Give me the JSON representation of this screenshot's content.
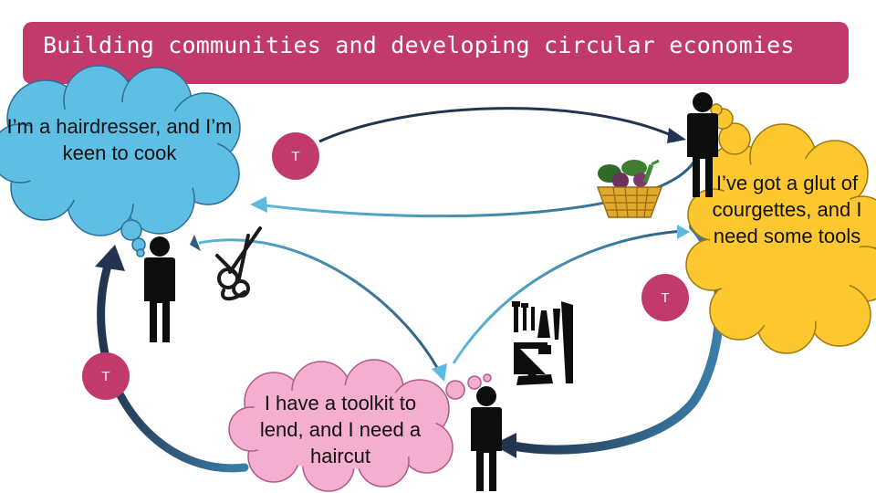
{
  "title": "Building communities and developing circular economies",
  "clouds": {
    "blue": "I’m a hairdresser, and I’m keen to cook",
    "yellow": "I’ve got a glut of courgettes, and I need some tools",
    "pink": "I have a toolkit to lend, and I need a haircut"
  },
  "badges": [
    "T",
    "T",
    "T"
  ],
  "colors": {
    "title_bg": "#c23a6b",
    "badge_bg": "#c23a6b",
    "blue_cloud": "#5ebee3",
    "yellow_cloud": "#fdc82f",
    "pink_cloud": "#f4aed0",
    "dark_arrow": "#22344f",
    "light_arrow": "#5fb9dc"
  },
  "icons": [
    "person-icon",
    "scissors-icon",
    "vegetable-basket-icon",
    "toolkit-icon"
  ]
}
